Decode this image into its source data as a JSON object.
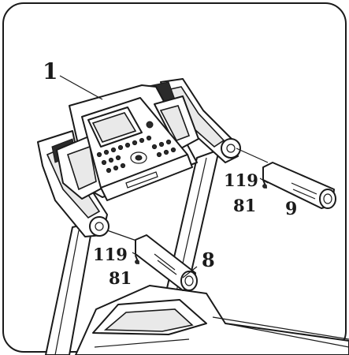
{
  "diagram": {
    "callouts": [
      {
        "id": "console",
        "label": "1"
      },
      {
        "id": "right-handle",
        "label": "9"
      },
      {
        "id": "left-handle",
        "label": "8"
      },
      {
        "id": "bolt-right",
        "label": "119"
      },
      {
        "id": "washer-right",
        "label": "81"
      },
      {
        "id": "bolt-left",
        "label": "119"
      },
      {
        "id": "washer-left",
        "label": "81"
      }
    ]
  }
}
